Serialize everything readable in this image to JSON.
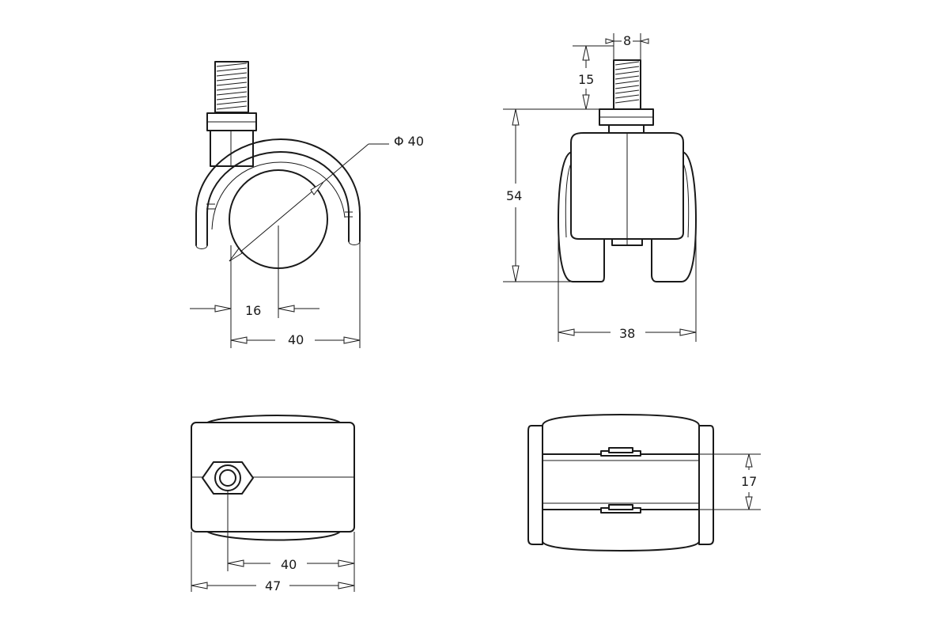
{
  "dimensions": {
    "front_view": {
      "wheel_diameter": "Φ 40",
      "stem_offset": "16",
      "width": "40"
    },
    "side_view": {
      "stem_diameter": "8",
      "stem_length": "15",
      "total_height": "54",
      "width": "38"
    },
    "top_view": {
      "inner_width": "40",
      "overall_width": "47"
    },
    "bottom_view": {
      "wheel_gap": "17"
    }
  }
}
